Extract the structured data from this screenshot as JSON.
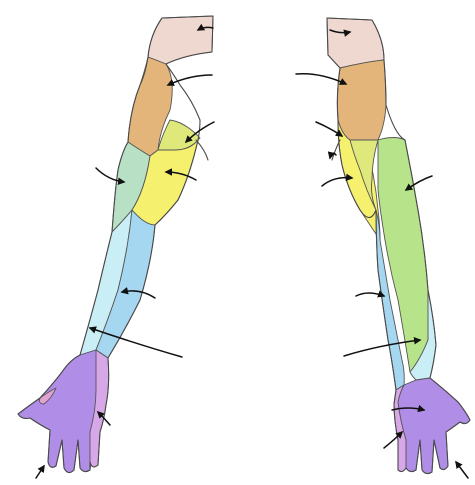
{
  "figure": {
    "colors": {
      "background": "#ffffff",
      "supraclavicular": "#efd8d0",
      "axillary_shoulder": "#e3b57a",
      "intercostobrachial": "#dfe87a",
      "lateral_forearm": "#f5f06e",
      "posterior_arm": "#b8e0c4",
      "medial_forearm": "#a6d7f0",
      "lateral_upper_forearm": "#c9eef5",
      "radial_posterior": "#b7e38a",
      "ulnar": "#d7a8e8",
      "median": "#b08ee8",
      "thenar": "#e0a2d0",
      "arrow": "#111111",
      "outline": "#4a4a4a"
    },
    "views": [
      "anterior",
      "posterior"
    ],
    "arrow_count": 20,
    "icons": [
      "anterior-arm-diagram",
      "posterior-arm-diagram",
      "pointer-arrow"
    ]
  }
}
